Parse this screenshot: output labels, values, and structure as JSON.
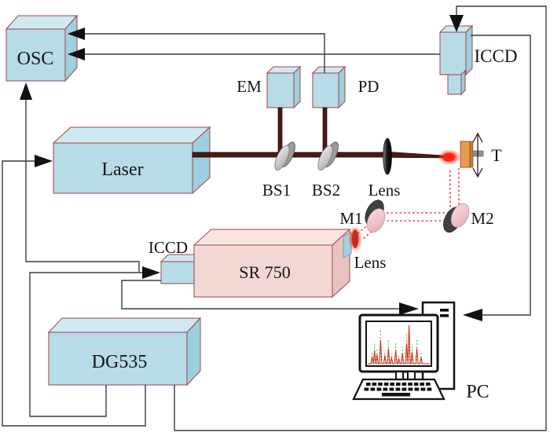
{
  "labels": {
    "osc": "OSC",
    "laser": "Laser",
    "em": "EM",
    "pd": "PD",
    "bs1": "BS1",
    "bs2": "BS2",
    "lens_main": "Lens",
    "target": "T",
    "iccd_top": "ICCD",
    "m1": "M1",
    "m2": "M2",
    "lens_collect": "Lens",
    "iccd_spec": "ICCD",
    "spectrometer": "SR 750",
    "delay_generator": "DG535",
    "pc": "PC"
  },
  "colors": {
    "box_blue_front": "#b7dce8",
    "box_blue_top": "#cfe9f2",
    "box_blue_side": "#9ccfdf",
    "box_pink_front": "#f2d7d4",
    "box_pink_top": "#f8e5e2",
    "box_pink_side": "#e9c3bf",
    "box_border": "#a04545",
    "wire": "#3b3b3b",
    "arrow": "#111111",
    "beam": "#4e1813",
    "beam_edge": "#160705",
    "plasma_red": "#ff2012",
    "dotted_red": "#ff3b3b",
    "target_orange": "#e89c4e",
    "target_side": "#c87f35",
    "rod_gray": "#909090",
    "spectrum_green": "#55bb66",
    "spectrum_red": "#dd2211"
  },
  "screen": {
    "green_peaks": [
      [
        0.06,
        0.3
      ],
      [
        0.1,
        0.52
      ],
      [
        0.14,
        0.38
      ],
      [
        0.2,
        0.88
      ],
      [
        0.27,
        0.34
      ],
      [
        0.33,
        0.62
      ],
      [
        0.38,
        0.26
      ],
      [
        0.45,
        0.56
      ],
      [
        0.5,
        0.24
      ],
      [
        0.56,
        0.44
      ],
      [
        0.63,
        0.8
      ],
      [
        0.67,
        0.96
      ],
      [
        0.72,
        0.5
      ],
      [
        0.8,
        0.62
      ],
      [
        0.87,
        0.28
      ]
    ],
    "red_peaks": [
      [
        0.06,
        0.18
      ],
      [
        0.1,
        0.34
      ],
      [
        0.14,
        0.24
      ],
      [
        0.2,
        0.62
      ],
      [
        0.27,
        0.22
      ],
      [
        0.33,
        0.4
      ],
      [
        0.38,
        0.16
      ],
      [
        0.45,
        0.36
      ],
      [
        0.5,
        0.14
      ],
      [
        0.56,
        0.28
      ],
      [
        0.63,
        0.52
      ],
      [
        0.67,
        1.0
      ],
      [
        0.72,
        0.3
      ],
      [
        0.8,
        0.4
      ],
      [
        0.87,
        0.16
      ]
    ]
  }
}
